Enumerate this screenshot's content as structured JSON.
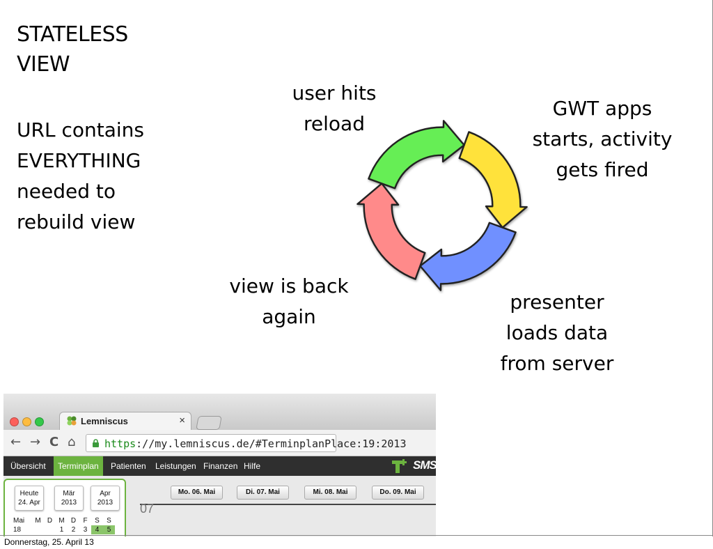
{
  "slide": {
    "title_lines": [
      "STATELESS",
      "VIEW"
    ],
    "body_lines": [
      "URL contains",
      "EVERYTHING",
      "needed to",
      "rebuild view"
    ],
    "cycle": {
      "step_reload": [
        "user hits",
        "reload"
      ],
      "step_gwt": [
        "GWT apps",
        "starts, activity",
        "gets fired"
      ],
      "step_presenter": [
        "presenter",
        "loads data",
        "from server"
      ],
      "step_view": [
        "view is back",
        "again"
      ],
      "colors": {
        "green": "#66ee55",
        "yellow": "#ffe23a",
        "blue": "#7090ff",
        "red": "#ff8a8a"
      }
    }
  },
  "browser": {
    "tab_title": "Lemniscus",
    "tab_close": "×",
    "url_scheme": "https",
    "url_rest": "://my.lemniscus.de/#TerminplanPlace:19:2013",
    "nav_back": "←",
    "nav_forward": "→",
    "nav_reload": "C",
    "nav_home": "⌂",
    "menu": [
      "Übersicht",
      "Terminplan",
      "Patienten",
      "Leistungen",
      "Finanzen",
      "Hilfe"
    ],
    "active_menu": "Terminplan",
    "brand": "SMS",
    "cal_today": [
      "Heute",
      "24. Apr"
    ],
    "cal_march": [
      "Mär",
      "2013"
    ],
    "cal_april": [
      "Apr",
      "2013"
    ],
    "minical_header": [
      "Mai",
      "M",
      "D",
      "M",
      "D",
      "F",
      "S",
      "S"
    ],
    "minical_row": [
      "18",
      "",
      "",
      "1",
      "2",
      "3",
      "4",
      "5"
    ],
    "days": [
      "Mo. 06. Mai",
      "Di. 07. Mai",
      "Mi. 08. Mai",
      "Do. 09. Mai"
    ],
    "hour": "07"
  },
  "footer": {
    "date": "Donnerstag, 25. April 13"
  }
}
